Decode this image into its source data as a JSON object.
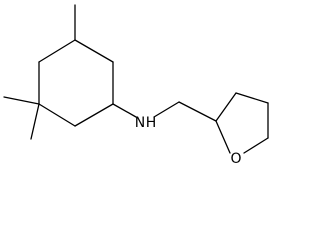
{
  "molecule": {
    "atoms": {
      "nitrogen": "N",
      "hydrogen": "H",
      "oxygen": "O"
    }
  }
}
